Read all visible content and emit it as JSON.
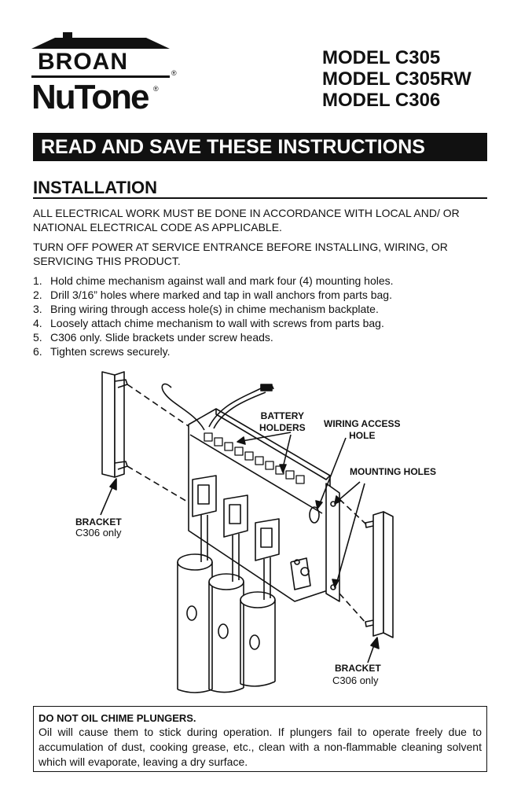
{
  "brand": {
    "broan": "BROAN",
    "nutone": "NuTone",
    "registered_mark": "®"
  },
  "models": [
    "MODEL C305",
    "MODEL C305RW",
    "MODEL C306"
  ],
  "banner": "READ AND SAVE THESE INSTRUCTIONS",
  "installation": {
    "heading": "INSTALLATION",
    "paragraphs": [
      "ALL ELECTRICAL WORK MUST BE DONE IN ACCORDANCE WITH LOCAL AND/ OR NATIONAL ELECTRICAL CODE AS APPLICABLE.",
      "TURN OFF POWER AT SERVICE ENTRANCE BEFORE INSTALLING, WIRING, OR SERVICING THIS PRODUCT."
    ],
    "steps": [
      {
        "num": "1.",
        "text": "Hold chime mechanism against wall and mark four (4) mounting holes."
      },
      {
        "num": "2.",
        "text": "Drill 3/16” holes where marked and tap in wall anchors from parts bag."
      },
      {
        "num": "3.",
        "text": "Bring wiring through access hole(s) in chime mechanism backplate."
      },
      {
        "num": "4.",
        "text": "Loosely attach chime mechanism to wall with screws from parts bag."
      },
      {
        "num": "5.",
        "text": "C306 only. Slide brackets under screw heads."
      },
      {
        "num": "6.",
        "text": "Tighten screws securely."
      }
    ]
  },
  "figure": {
    "battery_holders": [
      "BATTERY",
      "HOLDERS"
    ],
    "wiring_access_hole": [
      "WIRING ACCESS",
      "HOLE"
    ],
    "mounting_holes": "MOUNTING HOLES",
    "bracket_left": {
      "label": "BRACKET",
      "note": "C306 only"
    },
    "bracket_right": {
      "label": "BRACKET",
      "note": "C306 only"
    }
  },
  "warning": {
    "title": "DO NOT OIL CHIME PLUNGERS.",
    "body": "Oil will cause them to stick during operation. If plungers fail to operate freely due to accumulation of dust, cooking grease, etc., clean with a non-flammable cleaning solvent which will evaporate, leaving a dry surface."
  }
}
